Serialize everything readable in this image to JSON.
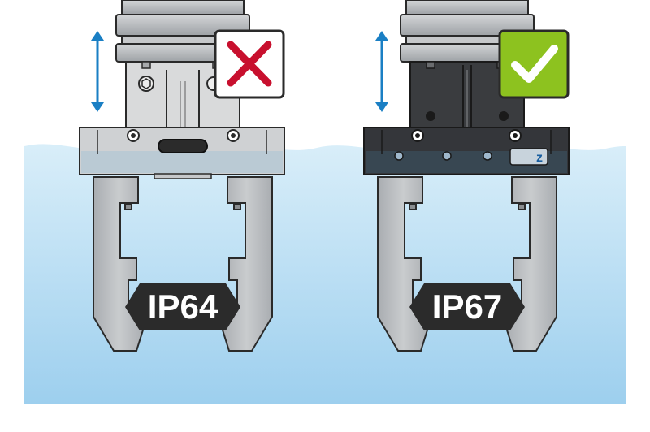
{
  "grippers": [
    {
      "rating": "IP64",
      "status": "rejected",
      "status_icon": "cross-icon",
      "status_color": "#c8102e",
      "body_color": "#d9dadb"
    },
    {
      "rating": "IP67",
      "status": "approved",
      "status_icon": "check-icon",
      "status_color": "#8dc21f",
      "body_color": "#3a3c3f",
      "logo": "z"
    }
  ],
  "colors": {
    "water_top": "#d6ecf8",
    "water_bottom": "#9fd0ee",
    "arrow": "#1a7fc4",
    "badge": "#2b2b2b",
    "jaw": "#b9bcbf"
  },
  "motion_icon": "vertical-double-arrow-icon"
}
